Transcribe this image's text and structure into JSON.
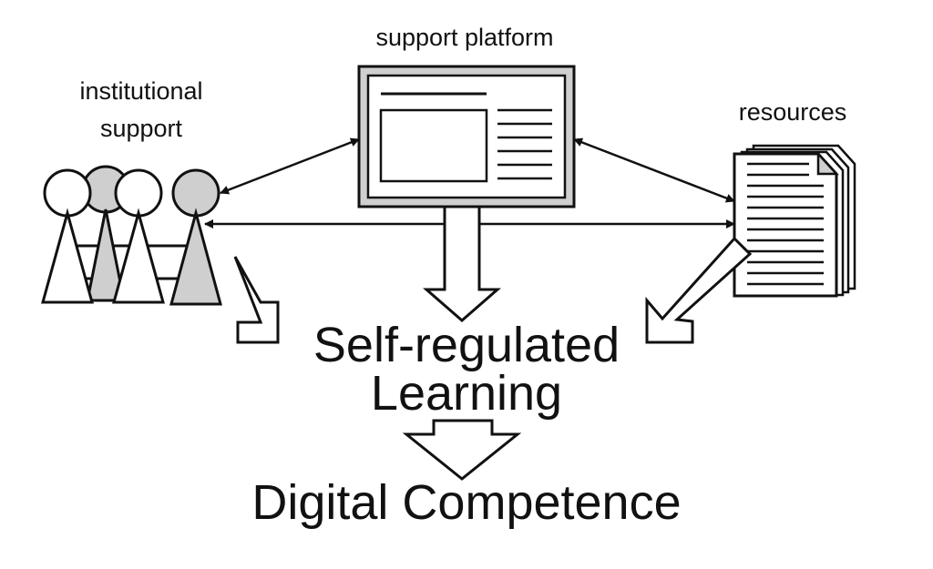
{
  "labels": {
    "support_platform": "support platform",
    "institutional_support_line1": "institutional",
    "institutional_support_line2": "support",
    "resources": "resources",
    "srl_line1": "Self-regulated",
    "srl_line2": "Learning",
    "digital_competence": "Digital Competence"
  },
  "icons": {
    "platform": "monitor-icon",
    "people": "people-group-icon",
    "documents": "document-stack-icon"
  },
  "colors": {
    "stroke": "#111111",
    "fill_white": "#ffffff",
    "fill_gray": "#cfcfcf",
    "text": "#111111"
  }
}
